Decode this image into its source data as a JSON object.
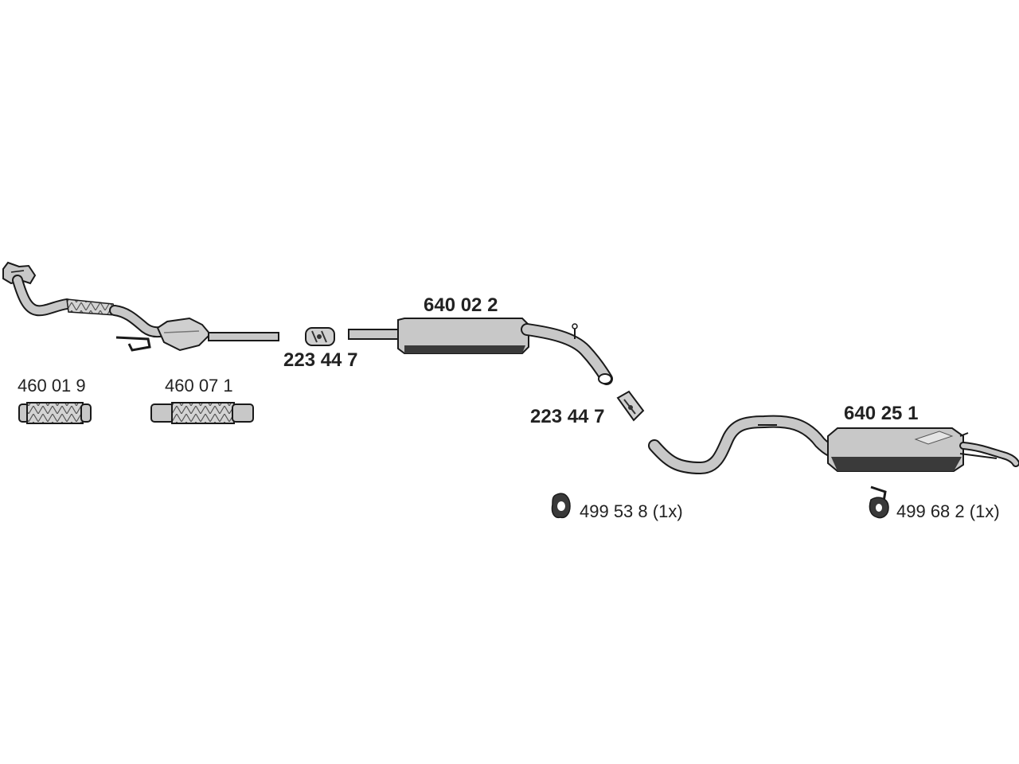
{
  "diagram": {
    "colors": {
      "part_fill": "#c8c8c8",
      "part_dark": "#3a3a3a",
      "outline": "#1a1a1a",
      "text": "#222222",
      "background": "#ffffff"
    },
    "parts": [
      {
        "id": "front_pipe_catalyst",
        "number": ""
      },
      {
        "id": "flex_pipe_a",
        "number": "460 01 9"
      },
      {
        "id": "flex_pipe_b",
        "number": "460 07 1"
      },
      {
        "id": "clamp_1",
        "number": "223 44 7"
      },
      {
        "id": "middle_silencer",
        "number": "640 02 2"
      },
      {
        "id": "clamp_2",
        "number": "223 44 7"
      },
      {
        "id": "rear_silencer",
        "number": "640 25 1"
      },
      {
        "id": "rubber_mount_1",
        "number": "499 53 8",
        "quantity": "(1x)"
      },
      {
        "id": "rubber_mount_2",
        "number": "499 68 2",
        "quantity": "(1x)"
      }
    ]
  }
}
